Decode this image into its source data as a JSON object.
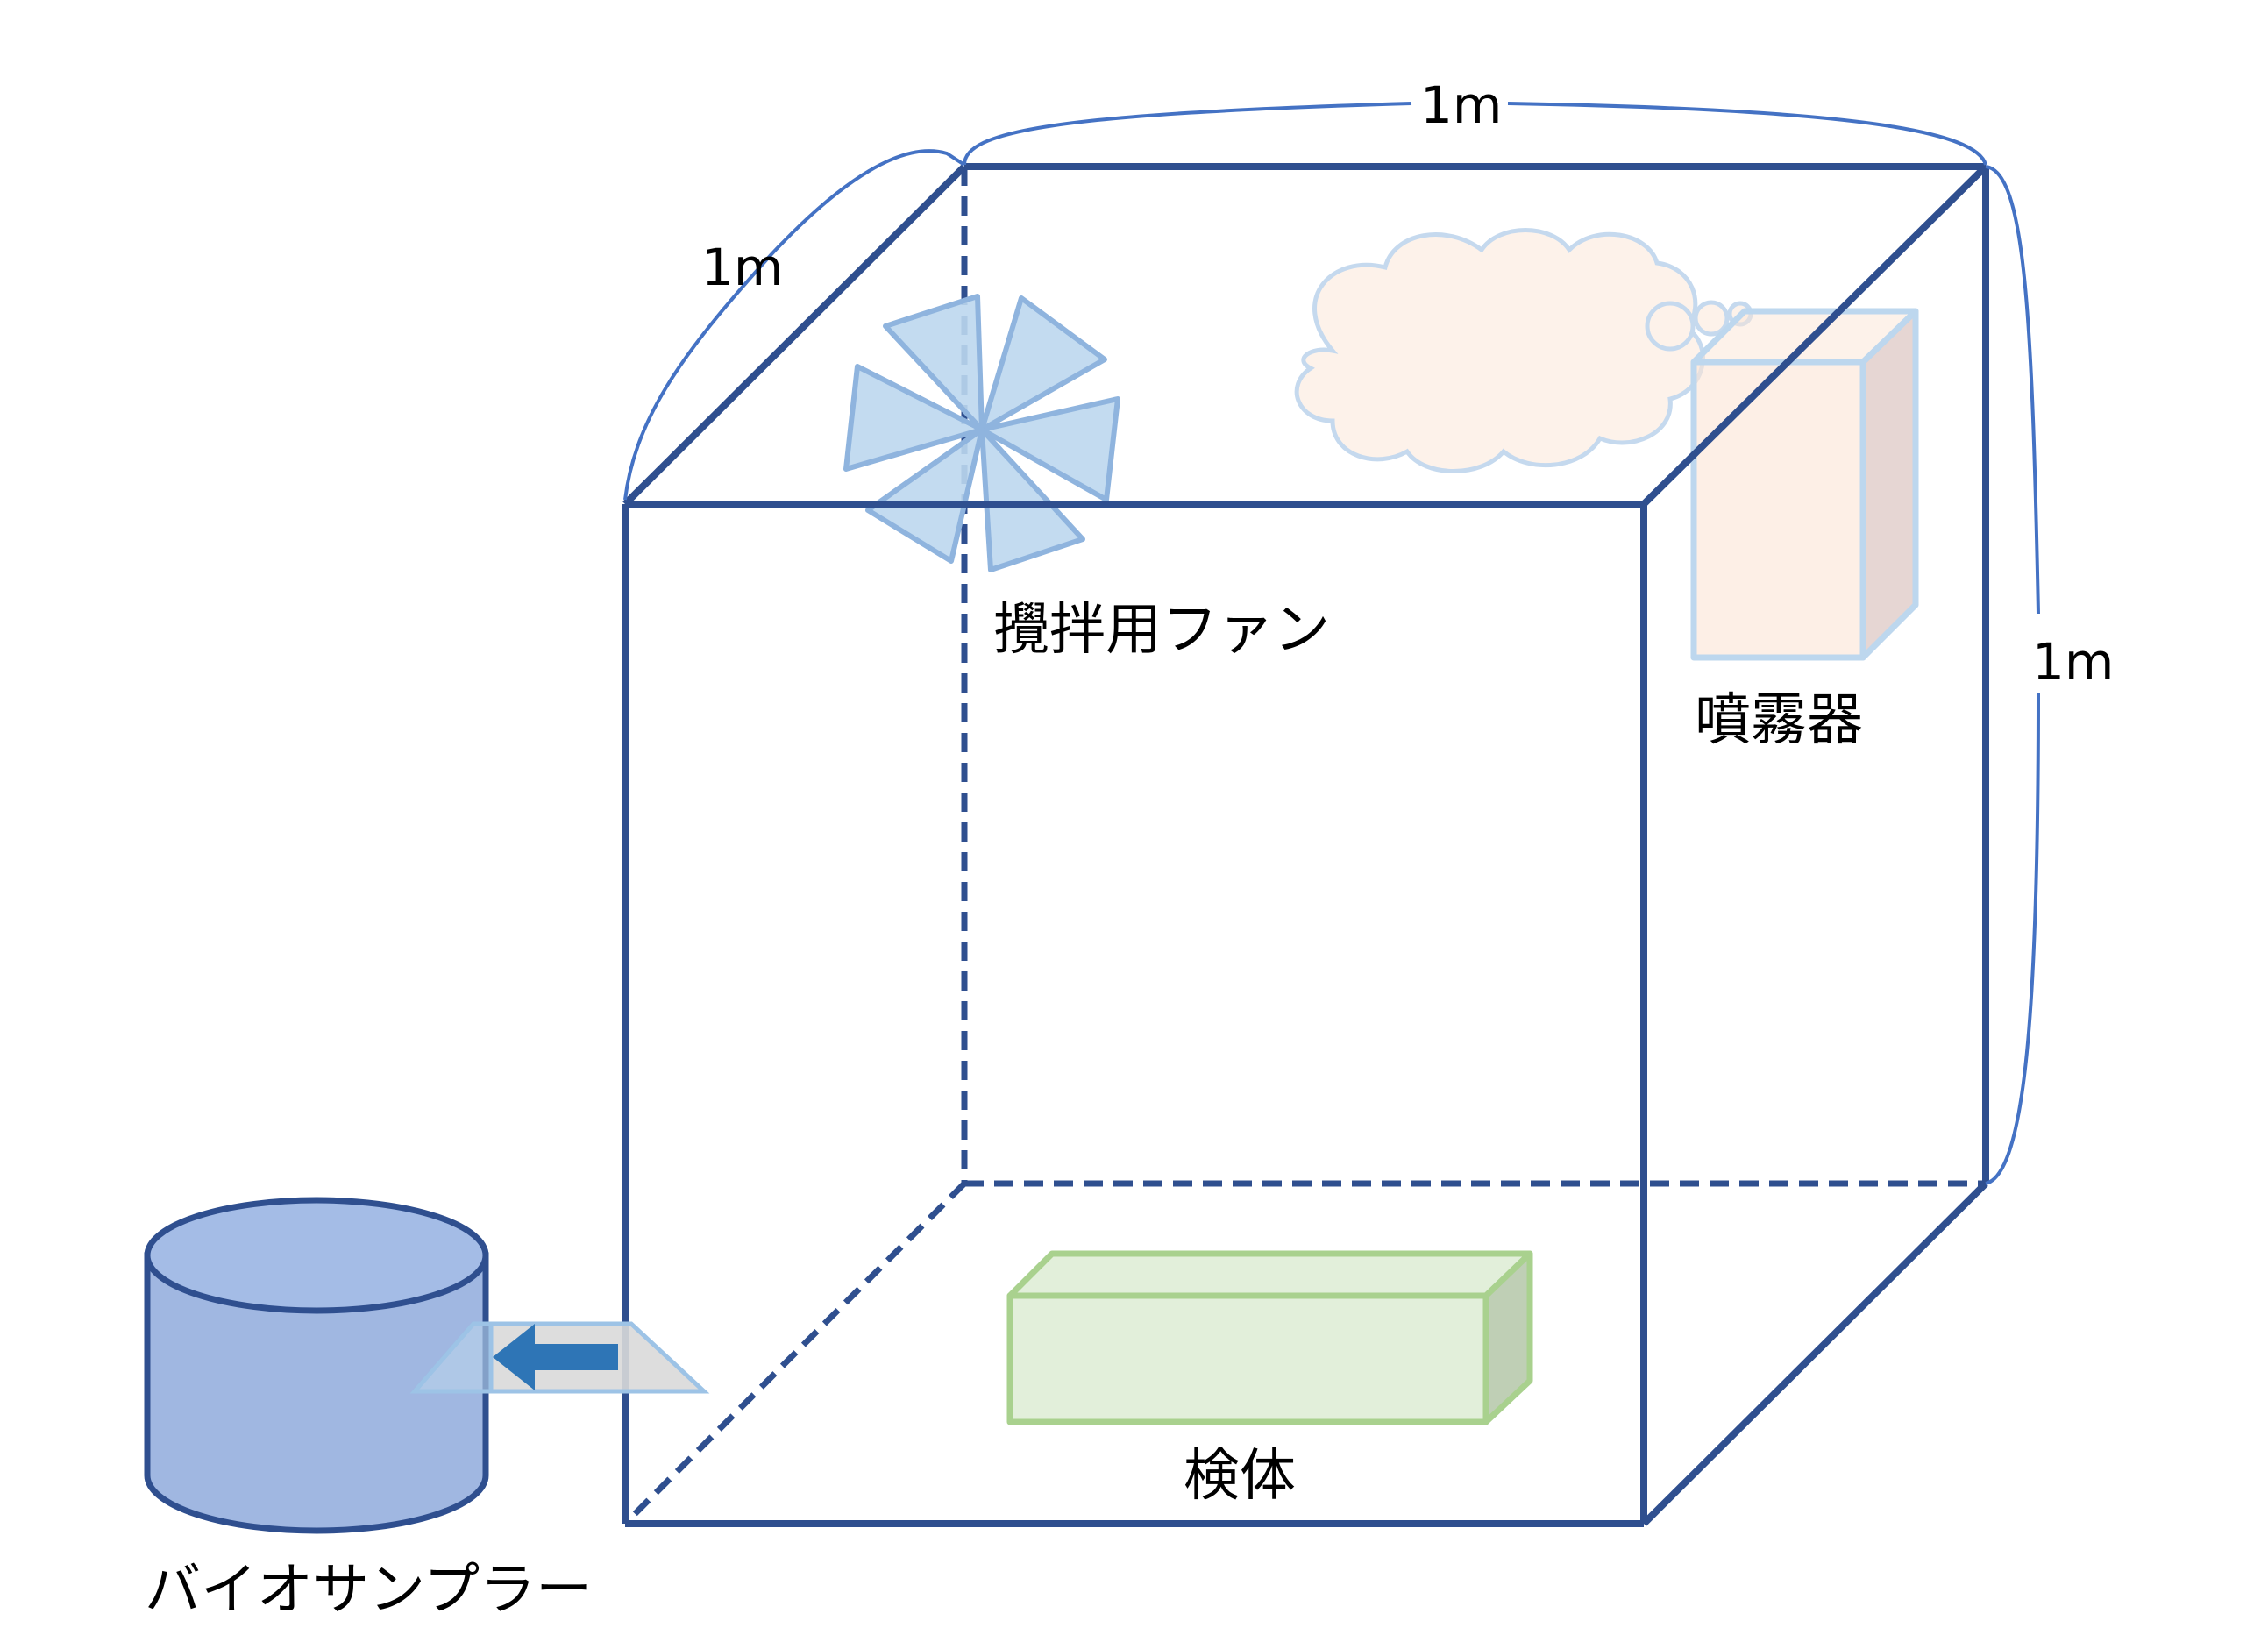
{
  "diagram": {
    "dimensions": {
      "depth": "1m",
      "width": "1m",
      "height": "1m"
    },
    "labels": {
      "fan": "攪拌用ファン",
      "sprayer": "噴霧器",
      "specimen": "検体",
      "biosampler": "バイオサンプラー"
    },
    "colors": {
      "box_edge": "#2f4f8f",
      "fan": "#bdd7ee",
      "sprayer": "#fbe5d6",
      "cloud": "#fdf2ea",
      "specimen": "#e2efda",
      "biosampler": "#8faadc",
      "arrow": "#2e75b6"
    }
  }
}
